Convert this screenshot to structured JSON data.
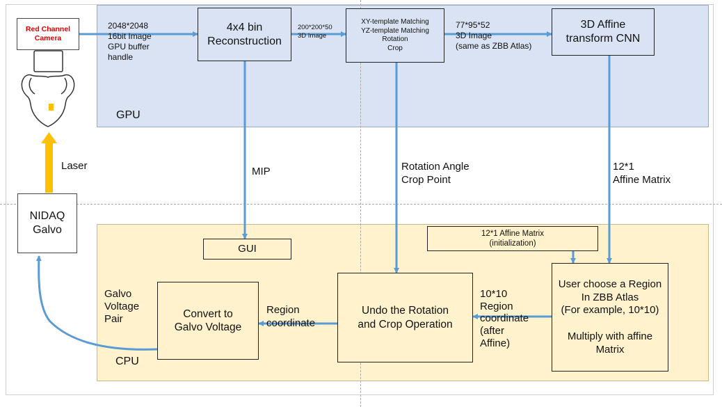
{
  "colors": {
    "gpu_region": "#dae3f3",
    "cpu_region": "#fff2cc",
    "arrow": "#5b9bd5",
    "laser_arrow": "#ffc000",
    "camera_text": "#e00000",
    "fish_spot": "#ffc000"
  },
  "regions": {
    "gpu_label": "GPU",
    "cpu_label": "CPU"
  },
  "boxes": {
    "camera": "Red Channel\nCamera",
    "reconstruction": "4x4 bin\nReconstruction",
    "template_matching": "XY-template Matching\nYZ-template Matching\nRotation\nCrop",
    "affine_cnn": "3D Affine\ntransform CNN",
    "nidaq": "NIDAQ\nGalvo",
    "gui": "GUI",
    "affine_init": "12*1 Affine Matrix\n(initialization)",
    "user_region": "User choose a Region\nIn ZBB Atlas\n(For example, 10*10)\n\nMultiply with affine\nMatrix",
    "undo": "Undo the Rotation\nand Crop Operation",
    "convert": "Convert to\nGalvo Voltage"
  },
  "labels": {
    "camera_output": "2048*2048\n16bit Image\nGPU buffer\nhandle",
    "recon_output": "200*200*50\n3D Image",
    "template_output": "77*95*52\n3D Image\n(same as ZBB Atlas)",
    "mip": "MIP",
    "rotation": "Rotation Angle\nCrop Point",
    "affine_matrix": "12*1\nAffine Matrix",
    "laser": "Laser",
    "region_after_affine": "10*10\nRegion\ncoordinate\n(after\nAffine)",
    "region_coordinate": "Region\ncoordinate",
    "galvo_voltage": "Galvo\nVoltage\nPair"
  }
}
